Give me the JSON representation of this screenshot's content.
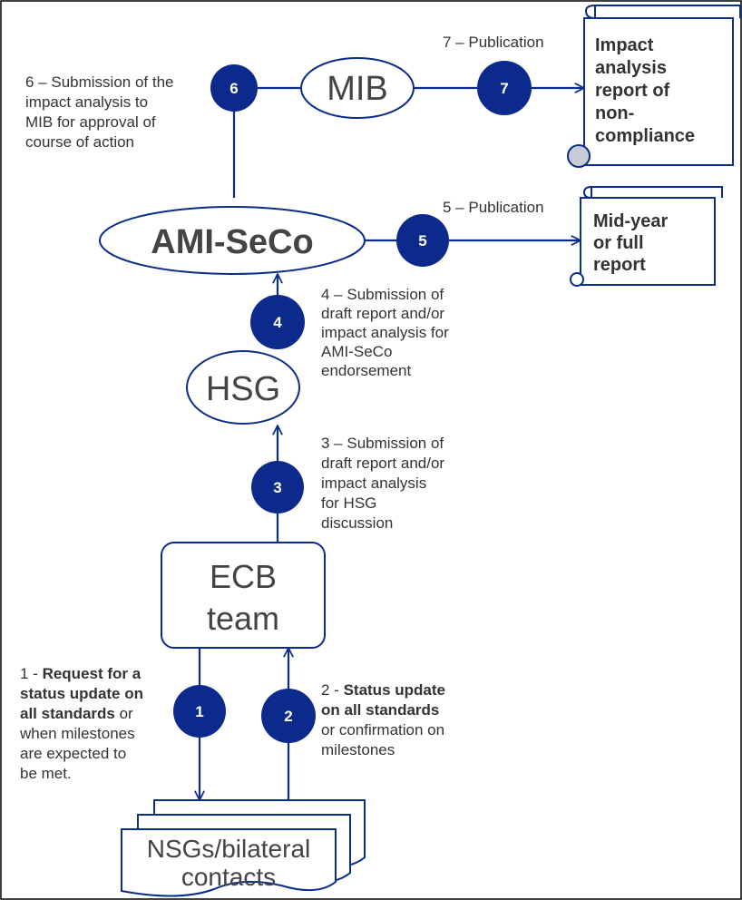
{
  "colors": {
    "line": "#0a2c8a",
    "badge": "#0b2a8c",
    "text": "#333333",
    "background": "#ffffff"
  },
  "nodes": {
    "mib": "MIB",
    "ami_seco": "AMI-SeCo",
    "hsg": "HSG",
    "ecb_team": [
      "ECB",
      "team"
    ],
    "nsgs": [
      "NSGs/bilateral",
      "contacts"
    ]
  },
  "documents": {
    "impact_report": [
      "Impact",
      "analysis",
      "report of",
      "non-",
      "compliance"
    ],
    "midyear_report": [
      "Mid-year",
      "or full",
      "report"
    ]
  },
  "steps": {
    "s1": {
      "number": "1",
      "label": [
        [
          {
            "t": "1 - ",
            "b": false
          },
          {
            "t": "Request for a",
            "b": true
          }
        ],
        [
          {
            "t": "status update on",
            "b": true
          }
        ],
        [
          {
            "t": "all standards",
            "b": true
          },
          {
            "t": " or",
            "b": false
          }
        ],
        [
          {
            "t": "when milestones",
            "b": false
          }
        ],
        [
          {
            "t": "are expected to",
            "b": false
          }
        ],
        [
          {
            "t": "be met.",
            "b": false
          }
        ]
      ]
    },
    "s2": {
      "number": "2",
      "label": [
        [
          {
            "t": "2 - ",
            "b": false
          },
          {
            "t": "Status update",
            "b": true
          }
        ],
        [
          {
            "t": "on all standards",
            "b": true
          }
        ],
        [
          {
            "t": "or confirmation on",
            "b": false
          }
        ],
        [
          {
            "t": "milestones",
            "b": false
          }
        ]
      ]
    },
    "s3": {
      "number": "3",
      "label": [
        [
          {
            "t": "3 – Submission of",
            "b": false
          }
        ],
        [
          {
            "t": "draft report and/or",
            "b": false
          }
        ],
        [
          {
            "t": "impact analysis",
            "b": false
          }
        ],
        [
          {
            "t": "for HSG",
            "b": false
          }
        ],
        [
          {
            "t": "discussion",
            "b": false
          }
        ]
      ]
    },
    "s4": {
      "number": "4",
      "label": [
        [
          {
            "t": "4 – Submission of",
            "b": false
          }
        ],
        [
          {
            "t": "draft report and/or",
            "b": false
          }
        ],
        [
          {
            "t": "impact analysis for",
            "b": false
          }
        ],
        [
          {
            "t": "AMI-SeCo",
            "b": false
          }
        ],
        [
          {
            "t": "endorsement",
            "b": false
          }
        ]
      ]
    },
    "s5": {
      "number": "5",
      "label": [
        [
          {
            "t": "5 – Publication",
            "b": false
          }
        ]
      ]
    },
    "s6": {
      "number": "6",
      "label": [
        [
          {
            "t": "6 – Submission of the",
            "b": false
          }
        ],
        [
          {
            "t": "impact analysis to",
            "b": false
          }
        ],
        [
          {
            "t": "MIB for approval of",
            "b": false
          }
        ],
        [
          {
            "t": "course of action",
            "b": false
          }
        ]
      ]
    },
    "s7": {
      "number": "7",
      "label": [
        [
          {
            "t": "7 – Publication",
            "b": false
          }
        ]
      ]
    }
  }
}
